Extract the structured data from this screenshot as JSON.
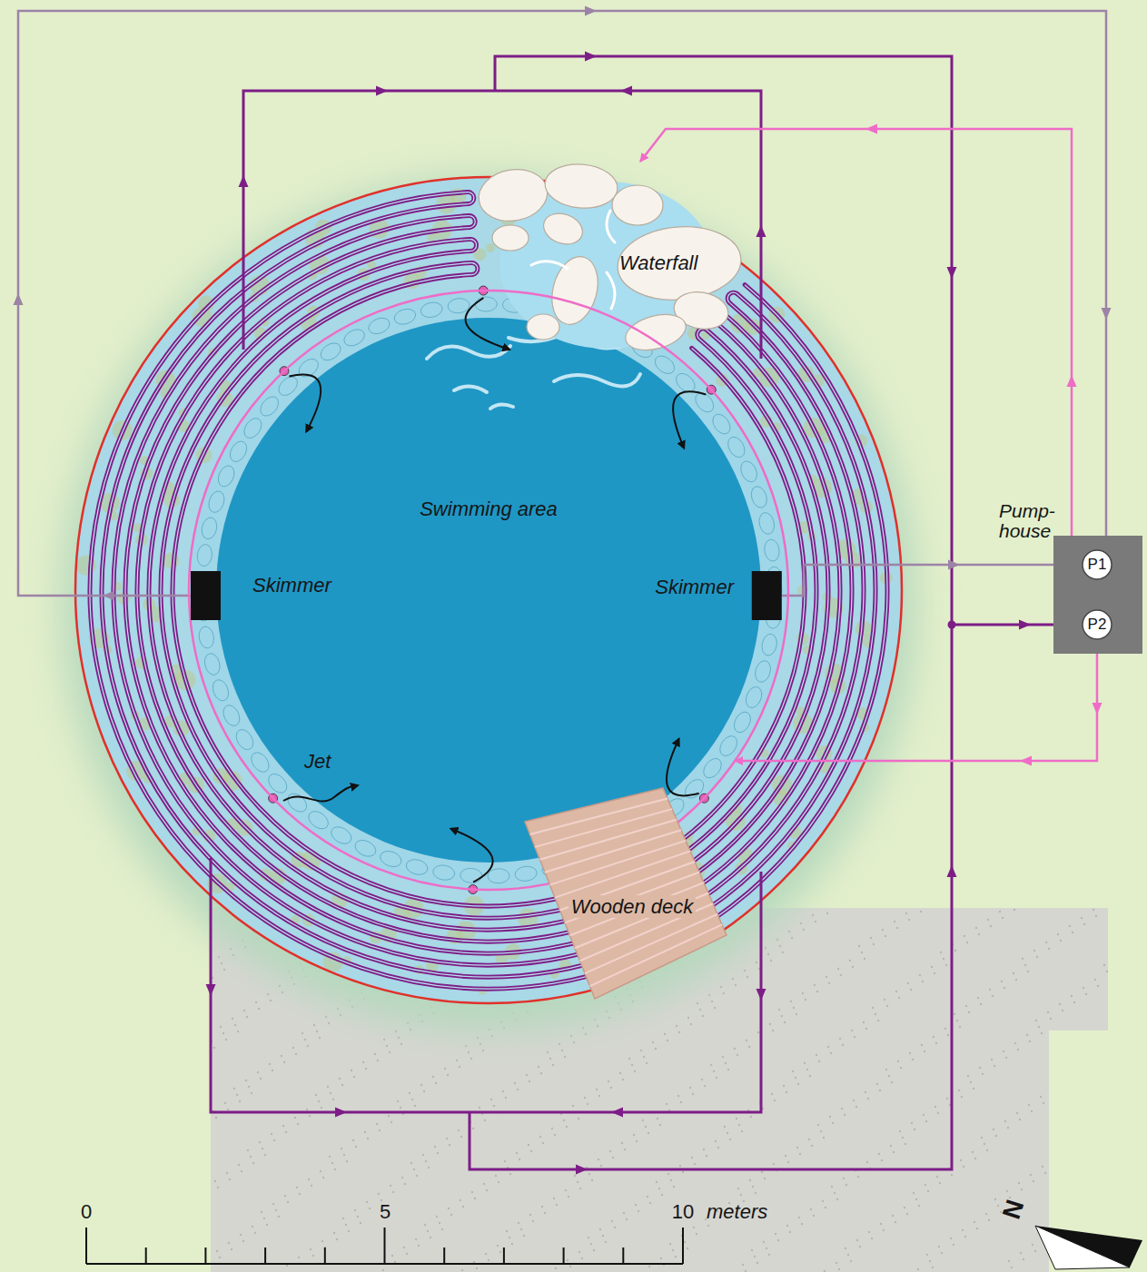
{
  "diagram": {
    "nodes": [
      {
        "text": [
          "Waterfall"
        ]
      },
      {
        "text": [
          "Swimming area"
        ]
      },
      {
        "text": [
          "Pump-house"
        ]
      },
      {
        "text": [
          "P1"
        ],
        "in": 2
      },
      {
        "text": [
          "P2"
        ],
        "in": 2
      },
      {
        "text": [
          "Skimmer"
        ]
      },
      {
        "text": [
          "Skimmer"
        ]
      },
      {
        "text": [
          "Wooden deck"
        ]
      }
    ],
    "edges": [
      {
        "from": 5,
        "to": 3,
        "arrow": "to"
      },
      {
        "from": 6,
        "to": 3,
        "arrow": "to"
      },
      {
        "from": 4,
        "to": 0,
        "arrow": "to"
      },
      {
        "from": 4,
        "to": 1,
        "arrow": "to"
      }
    ],
    "labels": [
      "Jet",
      "0",
      "5",
      "10",
      "meters",
      "N"
    ]
  }
}
